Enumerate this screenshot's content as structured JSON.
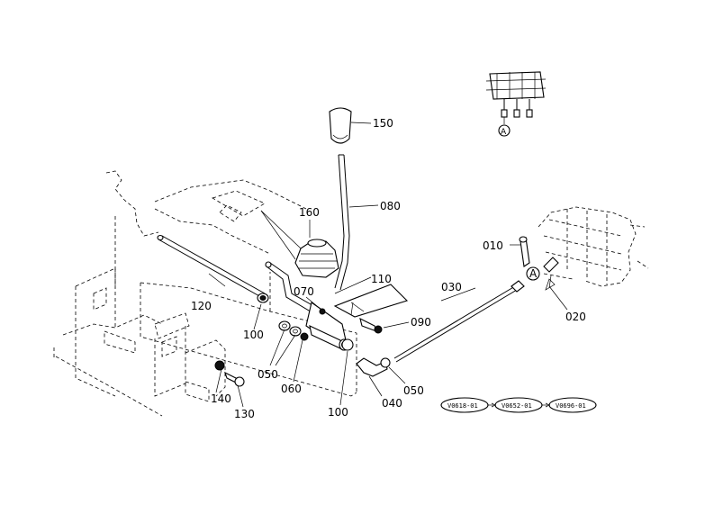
{
  "callouts": {
    "p010": "010",
    "p020": "020",
    "p030": "030",
    "p040": "040",
    "p050a": "050",
    "p050b": "050",
    "p060": "060",
    "p070": "070",
    "p080": "080",
    "p090": "090",
    "p100a": "100",
    "p100b": "100",
    "p110": "110",
    "p120": "120",
    "p130": "130",
    "p140": "140",
    "p150": "150",
    "p160": "160"
  },
  "reference_marks": {
    "detail_a": "A",
    "inset_a": "A"
  },
  "serial_refs": [
    "V0618-01",
    "V0652-01",
    "V0696-01"
  ]
}
